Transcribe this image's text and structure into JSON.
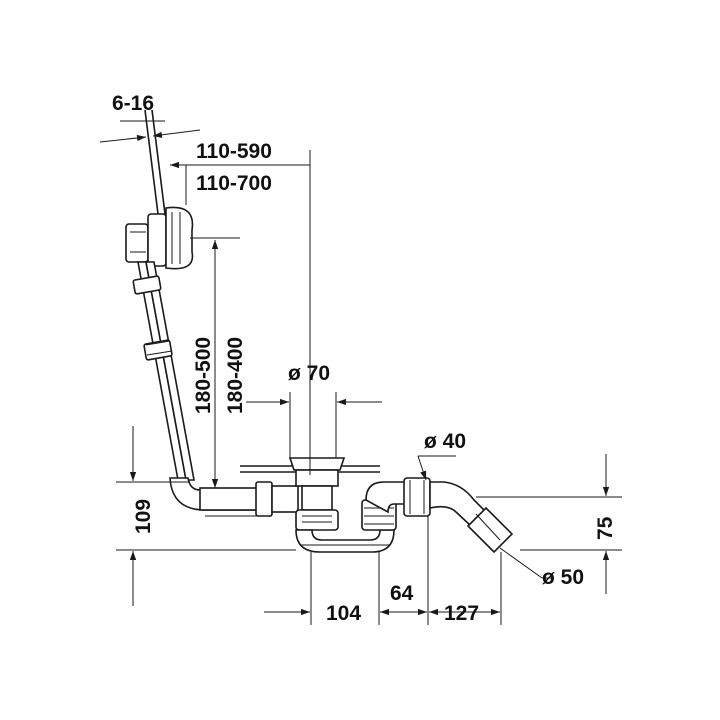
{
  "dimensions": {
    "overflow_offset": "6-16",
    "horizontal_range_a": "110-590",
    "horizontal_range_b": "110-700",
    "vertical_range_a": "180-500",
    "vertical_range_b": "180-400",
    "drain_diameter": "ø 70",
    "pipe_diameter": "ø 40",
    "outlet_diameter": "ø 50",
    "height_left": "109",
    "height_right": "75",
    "length_a": "104",
    "length_b": "64",
    "length_c": "127"
  },
  "colors": {
    "line": "#1a1a1a",
    "background": "#ffffff"
  }
}
